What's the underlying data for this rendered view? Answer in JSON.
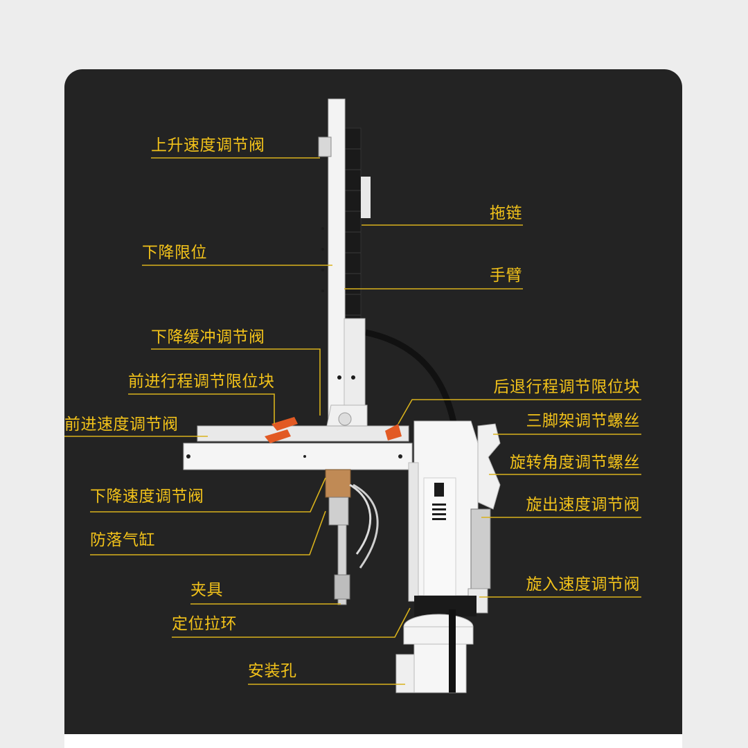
{
  "colors": {
    "background": "#ededed",
    "panel": "#232323",
    "label": "#f2c21a",
    "leader_line": "#d9b21c",
    "machine_body": "#f4f4f4",
    "accent_handle": "#e25a24"
  },
  "labels_left": [
    {
      "id": "lift-speed-valve",
      "text": "上升速度调节阀"
    },
    {
      "id": "descent-limit",
      "text": "下降限位"
    },
    {
      "id": "descent-buffer-valve",
      "text": "下降缓冲调节阀"
    },
    {
      "id": "forward-stroke-limit-block",
      "text": "前进行程调节限位块"
    },
    {
      "id": "forward-speed-valve",
      "text": "前进速度调节阀"
    },
    {
      "id": "descent-speed-valve",
      "text": "下降速度调节阀"
    },
    {
      "id": "anti-drop-cylinder",
      "text": "防落气缸"
    },
    {
      "id": "fixture",
      "text": "夹具"
    },
    {
      "id": "positioning-pull-ring",
      "text": "定位拉环"
    },
    {
      "id": "mounting-hole",
      "text": "安装孔"
    }
  ],
  "labels_right": [
    {
      "id": "drag-chain",
      "text": "拖链"
    },
    {
      "id": "arm",
      "text": "手臂"
    },
    {
      "id": "rear-stroke-limit-block",
      "text": "后退行程调节限位块"
    },
    {
      "id": "tripod-adjust-screw",
      "text": "三脚架调节螺丝"
    },
    {
      "id": "rotation-angle-screw",
      "text": "旋转角度调节螺丝"
    },
    {
      "id": "swing-out-speed-valve",
      "text": "旋出速度调节阀"
    },
    {
      "id": "swing-in-speed-valve",
      "text": "旋入速度调节阀"
    }
  ]
}
